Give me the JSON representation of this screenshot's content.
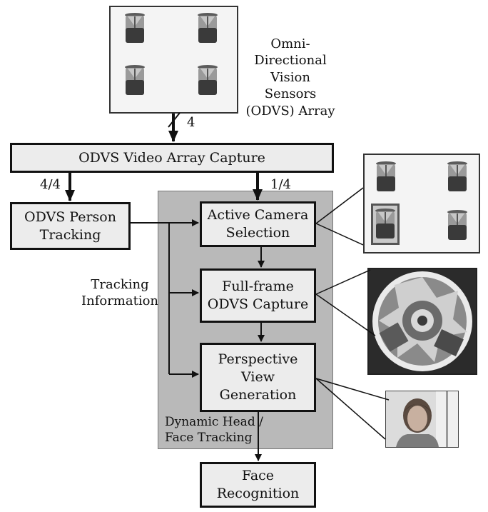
{
  "sensor_array_label": "Omni-Directional\nVision Sensors\n(ODVS) Array",
  "arrow_labels": {
    "into_capture": "4",
    "to_tracking": "4/4",
    "to_selection": "1/4"
  },
  "boxes": {
    "capture": "ODVS Video Array Capture",
    "person_tracking": "ODVS Person\nTracking",
    "camera_selection": "Active Camera\nSelection",
    "fullframe_capture": "Full-frame\nODVS Capture",
    "perspective_view": "Perspective\nView\nGeneration",
    "face_recognition": "Face\nRecognition"
  },
  "tracking_info_label": "Tracking\nInformation",
  "region_label": "Dynamic Head /\nFace Tracking",
  "icons": {
    "sensor": "odvs-sensor-icon",
    "omni_image": "omnidirectional-frame-image",
    "face_image": "face-crop-image"
  }
}
